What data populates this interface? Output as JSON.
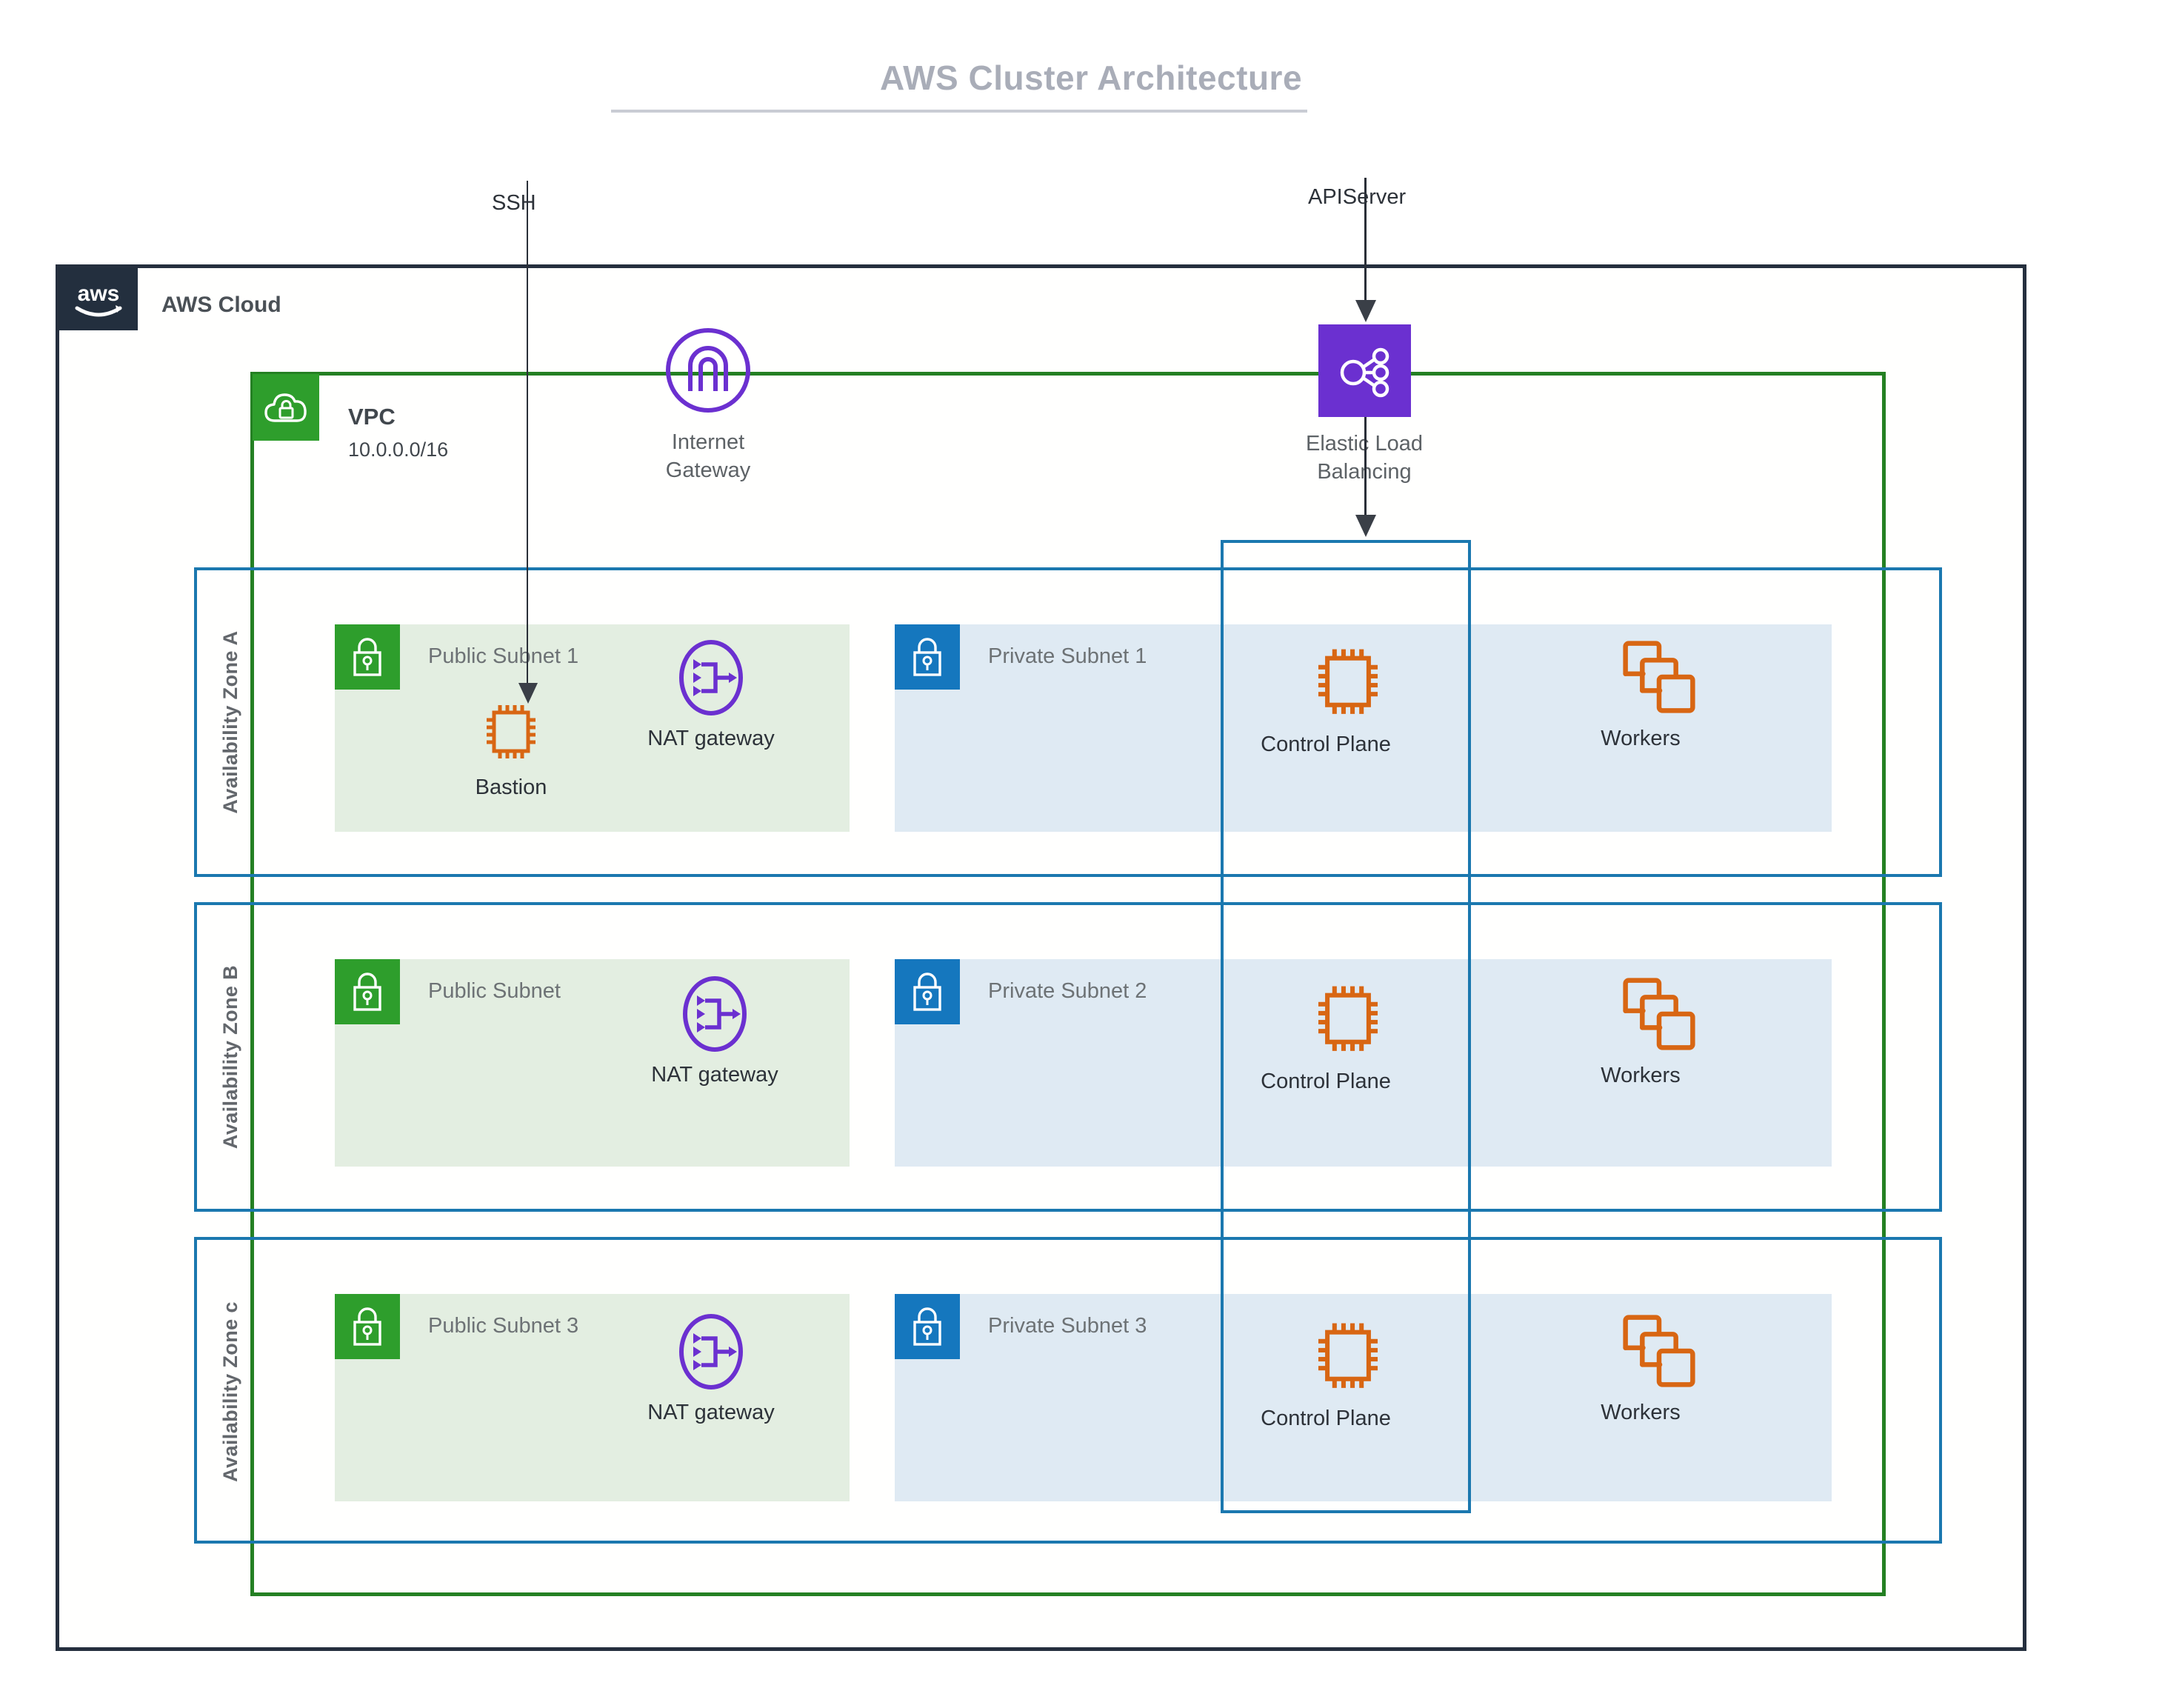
{
  "title": "AWS Cluster Architecture",
  "cloud": {
    "label": "AWS Cloud",
    "logo_icon": "aws-logo-icon"
  },
  "vpc": {
    "title": "VPC",
    "cidr": "10.0.0.0/16",
    "icon": "vpc-cloud-lock-icon"
  },
  "connectors": [
    {
      "name": "ssh",
      "label": "SSH",
      "target": "Bastion"
    },
    {
      "name": "apiserver",
      "label": "APIServer",
      "target": "Elastic Load Balancing"
    }
  ],
  "services": [
    {
      "name": "internet-gateway",
      "label": "Internet\nGateway",
      "line1": "Internet",
      "line2": "Gateway",
      "icon": "internet-gateway-icon",
      "color": "#6b30d0"
    },
    {
      "name": "elastic-load-balancing",
      "line1": "Elastic Load",
      "line2": "Balancing",
      "icon": "elastic-load-balancing-icon",
      "color": "#6b30d0"
    }
  ],
  "zones": [
    {
      "name": "az-a",
      "label": "Availability Zone A",
      "public_subnet": {
        "label": "Public Subnet 1",
        "icon": "green-lock-icon"
      },
      "private_subnet": {
        "label": "Private Subnet 1",
        "icon": "blue-lock-icon"
      },
      "public_nodes": [
        {
          "name": "bastion",
          "label": "Bastion",
          "icon": "cpu-chip-icon"
        },
        {
          "name": "nat-gateway",
          "label": "NAT gateway",
          "icon": "nat-gateway-icon"
        }
      ],
      "private_nodes": [
        {
          "name": "control-plane",
          "label": "Control Plane",
          "icon": "cpu-chip-icon"
        },
        {
          "name": "workers",
          "label": "Workers",
          "icon": "stacked-boxes-icon"
        }
      ]
    },
    {
      "name": "az-b",
      "label": "Availability Zone B",
      "public_subnet": {
        "label": "Public Subnet",
        "icon": "green-lock-icon"
      },
      "private_subnet": {
        "label": "Private Subnet 2",
        "icon": "blue-lock-icon"
      },
      "public_nodes": [
        {
          "name": "nat-gateway",
          "label": "NAT gateway",
          "icon": "nat-gateway-icon"
        }
      ],
      "private_nodes": [
        {
          "name": "control-plane",
          "label": "Control Plane",
          "icon": "cpu-chip-icon"
        },
        {
          "name": "workers",
          "label": "Workers",
          "icon": "stacked-boxes-icon"
        }
      ]
    },
    {
      "name": "az-c",
      "label": "Availability Zone c",
      "public_subnet": {
        "label": "Public Subnet 3",
        "icon": "green-lock-icon"
      },
      "private_subnet": {
        "label": "Private Subnet 3",
        "icon": "blue-lock-icon"
      },
      "public_nodes": [
        {
          "name": "nat-gateway",
          "label": "NAT gateway",
          "icon": "nat-gateway-icon"
        }
      ],
      "private_nodes": [
        {
          "name": "control-plane",
          "label": "Control Plane",
          "icon": "cpu-chip-icon"
        },
        {
          "name": "workers",
          "label": "Workers",
          "icon": "stacked-boxes-icon"
        }
      ]
    }
  ],
  "colors": {
    "title_gray": "#a9adb8",
    "aws_navy": "#232f3e",
    "vpc_green": "#248023",
    "subnet_green": "#2e9e2c",
    "subnet_blue": "#1577be",
    "az_blue": "#1b78af",
    "purple": "#6b30d0",
    "orange": "#d86613",
    "public_panel_fill": "#e3eee1",
    "private_panel_fill": "#dfeaf3"
  }
}
